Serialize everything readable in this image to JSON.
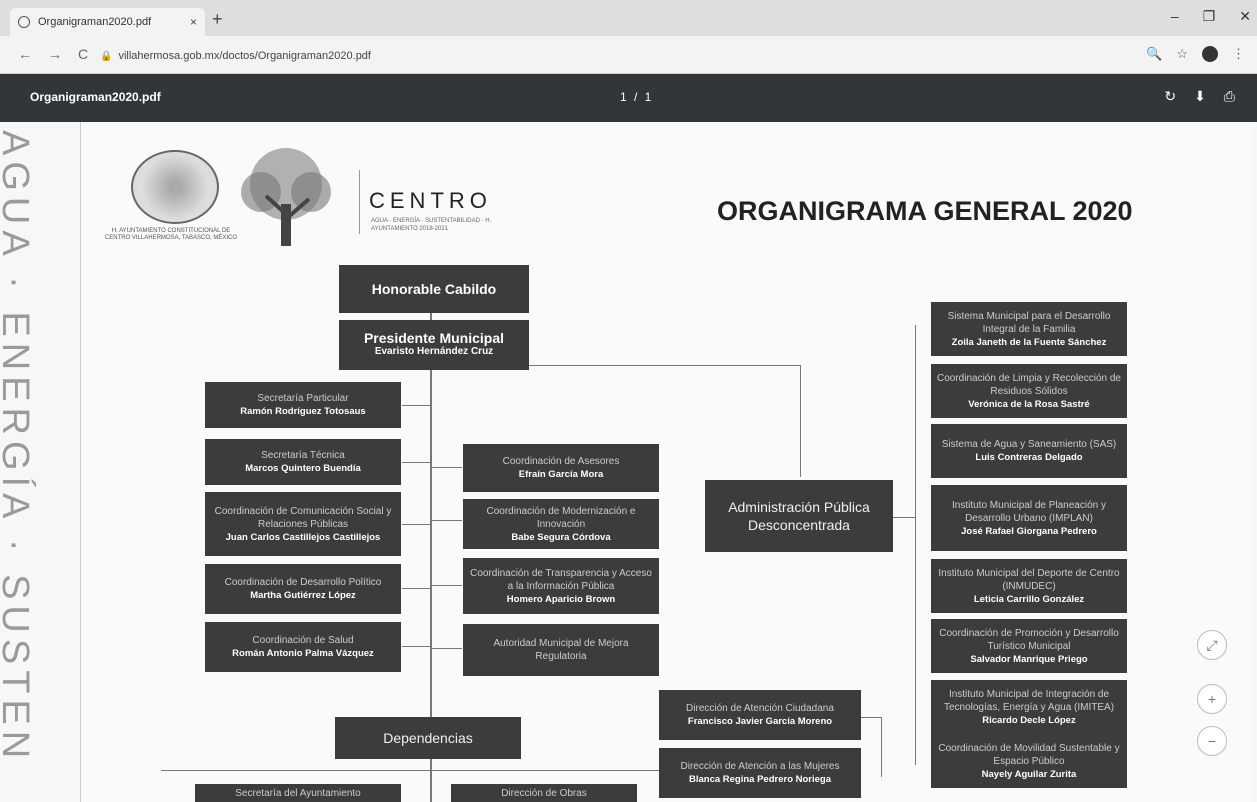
{
  "browser": {
    "tab_title": "Organigraman2020.pdf",
    "tab_close": "×",
    "new_tab": "+",
    "window_buttons": [
      "‒",
      "❐",
      "✕"
    ],
    "nav_icons": [
      "←",
      "→",
      "C"
    ],
    "url": "villahermosa.gob.mx/doctos/Organigraman2020.pdf",
    "lock": "🔒"
  },
  "pdf_toolbar": {
    "filename": "Organigraman2020.pdf",
    "page_indicator": "1 / 1",
    "rotate": "↻",
    "download": "⬇",
    "print": "⎙"
  },
  "side_banner": "AGUA · ENERGÍA · SUSTEN",
  "document": {
    "seal_text": "H. AYUNTAMIENTO CONSTITUCIONAL DE CENTRO VILLAHERMOSA, TABASCO, MÉXICO",
    "brand": "CENTRO",
    "brand_sub": "AGUA · ENERGÍA · SUSTENTABILIDAD · H. AYUNTAMIENTO 2018-2021",
    "title": "ORGANIGRAMA GENERAL 2020",
    "cabildo": "Honorable Cabildo",
    "presidente": {
      "title": "Presidente Municipal",
      "name": "Evaristo Hernández Cruz"
    },
    "left_col": [
      {
        "title": "Secretaría Particular",
        "name": "Ramón Rodríguez Totosaus"
      },
      {
        "title": "Secretaría Técnica",
        "name": "Marcos Quintero Buendía"
      },
      {
        "title": "Coordinación de Comunicación Social y Relaciones Públicas",
        "name": "Juan Carlos Castillejos Castillejos"
      },
      {
        "title": "Coordinación de Desarrollo Político",
        "name": "Martha Gutiérrez López"
      },
      {
        "title": "Coordinación de Salud",
        "name": "Román Antonio Palma Vázquez"
      }
    ],
    "mid_col": [
      {
        "title": "Coordinación de Asesores",
        "name": "Efraín García Mora"
      },
      {
        "title": "Coordinación de Modernización e Innovación",
        "name": "Babe Segura Córdova"
      },
      {
        "title": "Coordinación de Transparencia y Acceso a la Información Pública",
        "name": "Homero Aparicio Brown"
      },
      {
        "title": "Autoridad Municipal de Mejora Regulatoria",
        "name": ""
      }
    ],
    "admin_desconcentrada": "Administración Pública Desconcentrada",
    "right_col": [
      {
        "title": "Sistema Municipal para el Desarrollo Integral de la Familia",
        "name": "Zoila Janeth de la Fuente Sánchez"
      },
      {
        "title": "Coordinación de Limpia y Recolección de Residuos Sólidos",
        "name": "Verónica de la Rosa Sastré"
      },
      {
        "title": "Sistema de Agua y Saneamiento (SAS)",
        "name": "Luis Contreras Delgado"
      },
      {
        "title": "Instituto Municipal de Planeación y Desarrollo Urbano (IMPLAN)",
        "name": "José Rafael Giorgana Pedrero"
      },
      {
        "title": "Instituto Municipal del Deporte de Centro (INMUDEC)",
        "name": "Leticia Carrillo González"
      },
      {
        "title": "Coordinación de Promoción y Desarrollo Turístico Municipal",
        "name": "Salvador Manrique Priego"
      },
      {
        "title": "Instituto Municipal de Integración de Tecnologías, Energía y Agua (IMITEA)",
        "name": "Ricardo Decle López"
      },
      {
        "title": "Coordinación de Movilidad Sustentable y Espacio Público",
        "name": "Nayely Aguilar Zurita"
      }
    ],
    "dependencias": "Dependencias",
    "direcciones": [
      {
        "title": "Dirección de Atención Ciudadana",
        "name": "Francisco Javier García Moreno"
      },
      {
        "title": "Dirección de Atención a las Mujeres",
        "name": "Blanca Regina Pedrero Noriega"
      }
    ],
    "partial_bottom": [
      "Secretaría del Ayuntamiento",
      "Dirección de Obras"
    ]
  },
  "zoom_controls": {
    "fit": "⤢",
    "zoom_in": "+",
    "zoom_out": "−"
  }
}
